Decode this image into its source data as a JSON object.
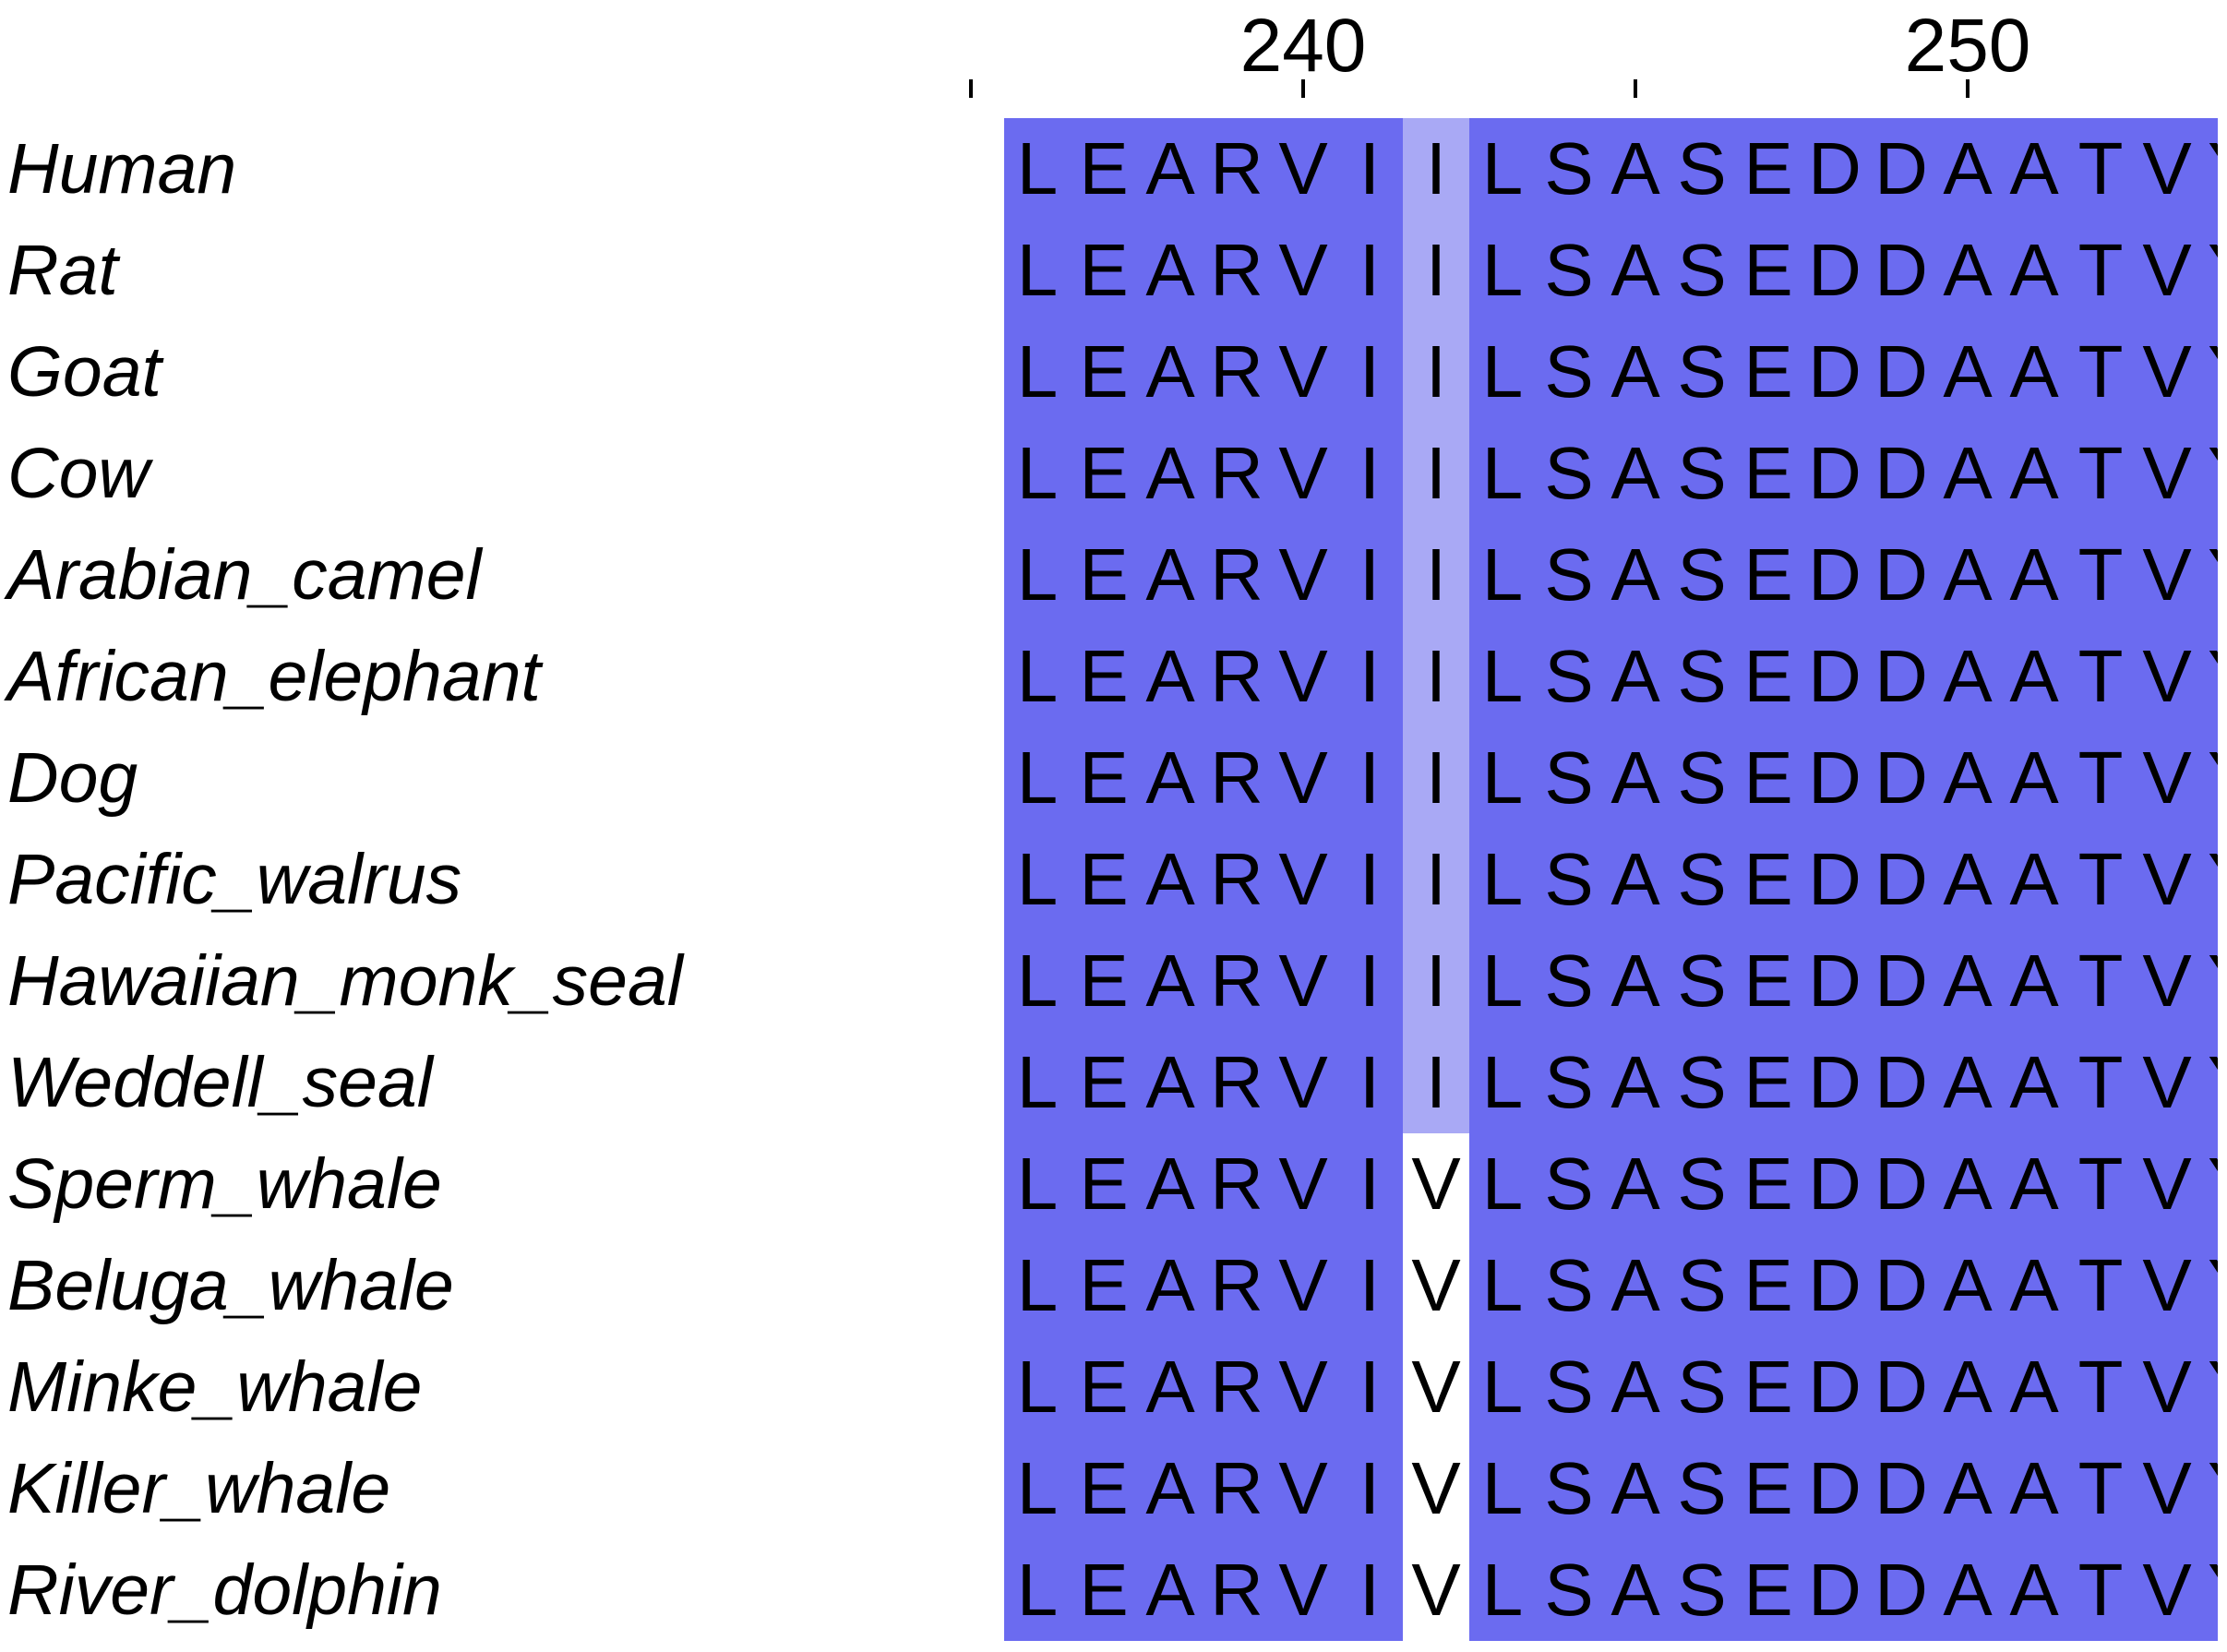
{
  "alignment": {
    "ruler": [
      {
        "position": 235,
        "label": ""
      },
      {
        "position": 240,
        "label": "240"
      },
      {
        "position": 245,
        "label": ""
      },
      {
        "position": 250,
        "label": "250"
      }
    ],
    "rows": [
      {
        "species": "Human",
        "sequence": "LEARVIILSASEDDAATVY"
      },
      {
        "species": "Rat",
        "sequence": "LEARVIILSASEDDAATVY"
      },
      {
        "species": "Goat",
        "sequence": "LEARVIILSASEDDAATVY"
      },
      {
        "species": "Cow",
        "sequence": "LEARVIILSASEDDAATVY"
      },
      {
        "species": "Arabian_camel",
        "sequence": "LEARVIILSASEDDAATVY"
      },
      {
        "species": "African_elephant",
        "sequence": "LEARVIILSASEDDAATVY"
      },
      {
        "species": "Dog",
        "sequence": "LEARVIILSASEDDAATVY"
      },
      {
        "species": "Pacific_walrus",
        "sequence": "LEARVIILSASEDDAATVY"
      },
      {
        "species": "Hawaiian_monk_seal",
        "sequence": "LEARVIILSASEDDAATVY"
      },
      {
        "species": "Weddell_seal",
        "sequence": "LEARVIILSASEDDAATVY"
      },
      {
        "species": "Sperm_whale",
        "sequence": "LEARVIVLSASEDDAATVY"
      },
      {
        "species": "Beluga_whale",
        "sequence": "LEARVIVLSASEDDAATVY"
      },
      {
        "species": "Minke_whale",
        "sequence": "LEARVIVLSASEDDAATVY"
      },
      {
        "species": "Killer_whale",
        "sequence": "LEARVIVLSASEDDAATVY"
      },
      {
        "species": "River_dolphin",
        "sequence": "LEARVIVLSASEDDAATVY"
      }
    ],
    "shading": {
      "conserved_color": "#6b6bf0",
      "majority_color": "#a9a9f5",
      "unshaded_color": "#ffffff"
    }
  }
}
